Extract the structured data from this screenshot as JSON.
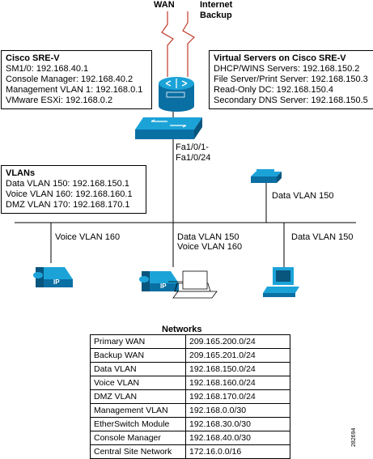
{
  "wan_label": "WAN",
  "internet_backup": [
    "Internet",
    "Backup"
  ],
  "sre_box": {
    "title": "Cisco SRE-V",
    "lines": [
      "SM1/0: 192.168.40.1",
      "Console Manager: 192.168.40.2",
      "Management VLAN 1: 192.168.0.1",
      "VMware ESXi: 192.168.0.2"
    ]
  },
  "virtual_box": {
    "title": "Virtual Servers on Cisco SRE-V",
    "lines": [
      "DHCP/WINS Servers: 192.168.150.2",
      "File Server/Print Server: 192.168.150.3",
      "Read-Only DC: 192.168.150.4",
      "Secondary DNS Server: 192.168.150.5"
    ]
  },
  "switch_ports": [
    "Fa1/0/1-",
    "Fa1/0/24"
  ],
  "vlans": {
    "title": "VLANs",
    "lines": [
      "Data VLAN 150: 192.168.150.1",
      "Voice VLAN 160: 192.168.160.1",
      "DMZ VLAN 170: 192.168.170.1"
    ]
  },
  "printer_label": "Data VLAN 150",
  "phone_label": "Voice VLAN 160",
  "middle_labels": [
    "Data VLAN 150",
    "Voice VLAN 160"
  ],
  "pc_label": "Data VLAN 150",
  "networks": {
    "title": "Networks",
    "rows": [
      [
        "Primary WAN",
        "209.165.200.0/24"
      ],
      [
        "Backup WAN",
        "209.165.201.0/24"
      ],
      [
        "Data VLAN",
        "192.168.150.0/24"
      ],
      [
        "Voice VLAN",
        "192.168.160.0/24"
      ],
      [
        "DMZ VLAN",
        "192.168.170.0/24"
      ],
      [
        "Management VLAN",
        "192.168.0.0/30"
      ],
      [
        "EtherSwitch Module",
        "192.168.30.0/30"
      ],
      [
        "Console Manager",
        "192.168.40.0/30"
      ],
      [
        "Central Site Network",
        "172.16.0.0/16"
      ]
    ]
  },
  "figure_id": "282694",
  "colors": {
    "device": "#1ba3d8",
    "device_dark": "#0a6fa3",
    "line_red": "#c0392b",
    "line": "#000000"
  },
  "icons": [
    "router-icon",
    "switch-icon",
    "printer-icon",
    "ip-phone-icon",
    "laptop-icon",
    "desktop-pc-icon"
  ]
}
